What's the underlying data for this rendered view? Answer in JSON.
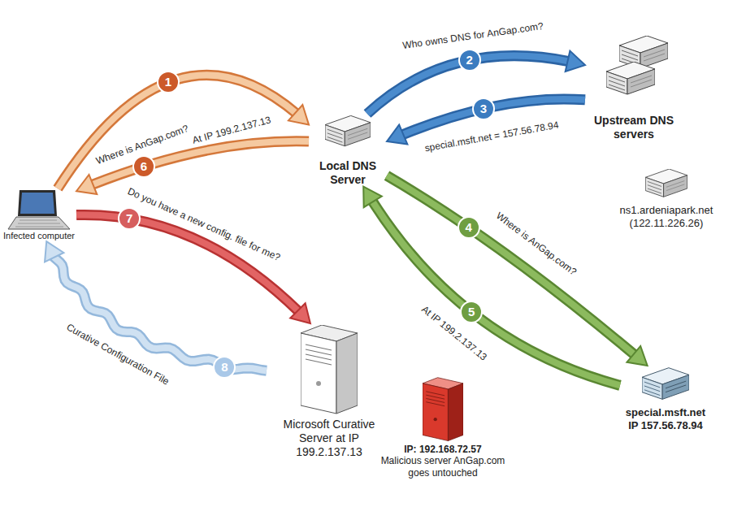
{
  "diagram": {
    "nodes": [
      {
        "text": [
          "Infected computer"
        ]
      },
      {
        "text": [
          "Local DNS Server"
        ]
      },
      {
        "text": [
          "Upstream DNS servers"
        ]
      },
      {
        "text": [
          "ns1.ardeniapark.net (122.11.226.26)"
        ]
      },
      {
        "text": [
          "special.msft.net IP 157.56.78.94"
        ]
      },
      {
        "text": [
          "Microsoft Curative Server at IP 199.2.137.13"
        ]
      },
      {
        "text": [
          "IP: 192.168.72.57",
          "Malicious server AnGap.com goes untouched"
        ]
      }
    ],
    "edges": [
      {
        "from": 0,
        "to": 1,
        "label": "Where is AnGap.com?",
        "arrow": "to"
      },
      {
        "from": 1,
        "to": 2,
        "label": "Who owns DNS for AnGap.com?",
        "arrow": "to"
      },
      {
        "from": 2,
        "to": 1,
        "label": "special.msft.net = 157.56.78.94",
        "arrow": "to"
      },
      {
        "from": 1,
        "to": 4,
        "label": "Where is AnGap.com?",
        "arrow": "to"
      },
      {
        "from": 4,
        "to": 1,
        "label": "At IP 199.2.137.13",
        "arrow": "to"
      },
      {
        "from": 1,
        "to": 0,
        "label": "At IP 199.2.137.13",
        "arrow": "to"
      },
      {
        "from": 0,
        "to": 5,
        "label": "Do you have a new config. file for me?",
        "arrow": "to"
      },
      {
        "from": 5,
        "to": 0,
        "label": "Curative Configuration File",
        "arrow": "to"
      }
    ],
    "labels": [
      "1",
      "2",
      "3",
      "4",
      "5",
      "6",
      "7",
      "8"
    ]
  }
}
